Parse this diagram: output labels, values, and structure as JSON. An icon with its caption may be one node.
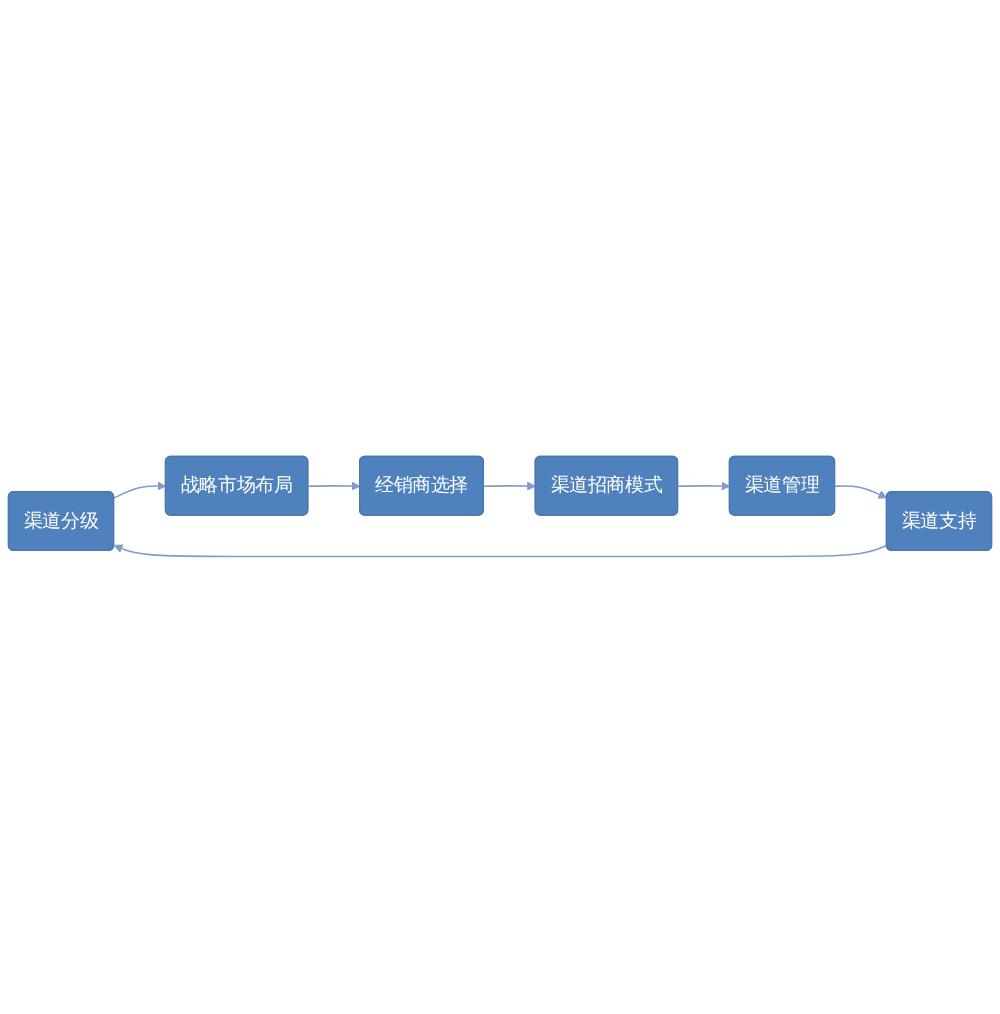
{
  "diagram": {
    "nodes": [
      {
        "text": [
          "渠道分级"
        ]
      },
      {
        "text": [
          "战略市场布局"
        ]
      },
      {
        "text": [
          "经销商选择"
        ]
      },
      {
        "text": [
          "渠道招商模式"
        ]
      },
      {
        "text": [
          "渠道管理"
        ]
      },
      {
        "text": [
          "渠道支持"
        ]
      }
    ],
    "edges": [
      {
        "from": 0,
        "to": 1,
        "arrow": "to"
      },
      {
        "from": 1,
        "to": 2,
        "arrow": "to"
      },
      {
        "from": 2,
        "to": 3,
        "arrow": "to"
      },
      {
        "from": 3,
        "to": 4,
        "arrow": "to"
      },
      {
        "from": 4,
        "to": 5,
        "arrow": "to"
      },
      {
        "from": 5,
        "to": 0,
        "arrow": "to"
      }
    ]
  }
}
